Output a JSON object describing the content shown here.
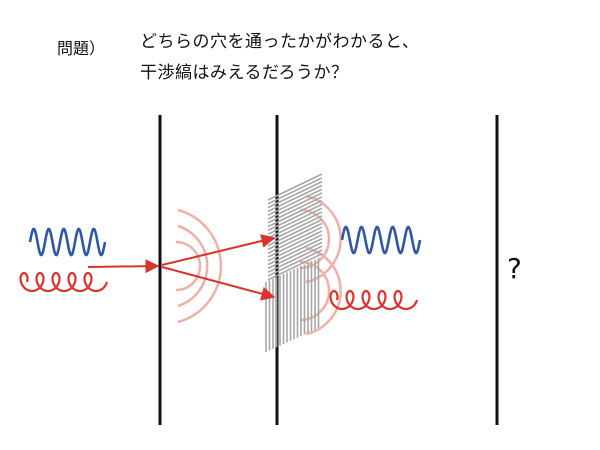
{
  "problem": {
    "label": "問題）",
    "line1": "どちらの穴を通ったかがわかると、",
    "line2": "干渉縞はみえるだろうか？"
  },
  "unknown_mark": "?",
  "colors": {
    "wave_blue": "#2f57a8",
    "wave_red": "#d8342b",
    "wavefront_pink": "#efb0a8",
    "screen": "#111111",
    "marker_gray": "#a6a6a6"
  }
}
